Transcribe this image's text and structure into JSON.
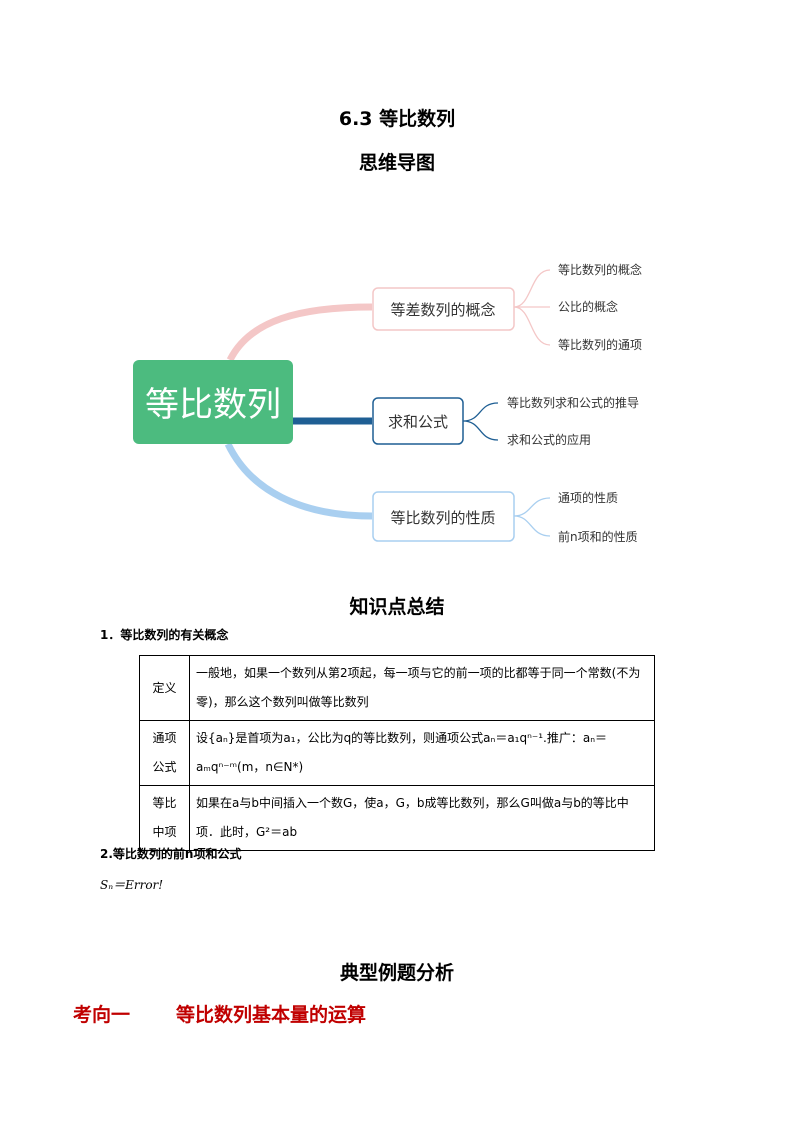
{
  "titles": {
    "main": "6.3  等比数列",
    "mindmap": "思维导图",
    "summary": "知识点总结",
    "examples": "典型例题分析"
  },
  "mindmap": {
    "root": "等比数列",
    "branches": [
      {
        "label": "等差数列的概念",
        "color": "#f4c7c7",
        "leaves": [
          "等比数列的概念",
          "公比的概念",
          "等比数列的通项"
        ]
      },
      {
        "label": "求和公式",
        "color": "#1f5f94",
        "leaves": [
          "等比数列求和公式的推导",
          "求和公式的应用"
        ]
      },
      {
        "label": "等比数列的性质",
        "color": "#a9cff0",
        "leaves": [
          "通项的性质",
          "前n项和的性质"
        ]
      }
    ],
    "root_color": "#4cbb7f"
  },
  "section1": {
    "heading": "1．等比数列的有关概念",
    "rows": [
      {
        "label": "定义",
        "content": "一般地，如果一个数列从第2项起，每一项与它的前一项的比都等于同一个常数(不为零)，那么这个数列叫做等比数列"
      },
      {
        "label": "通项\n公式",
        "content": "设{aₙ}是首项为a₁，公比为q的等比数列，则通项公式aₙ＝a₁qⁿ⁻¹.推广：aₙ＝aₘqⁿ⁻ᵐ(m，n∈N*)"
      },
      {
        "label": "等比\n中项",
        "content": "如果在a与b中间插入一个数G，使a，G，b成等比数列，那么G叫做a与b的等比中项．此时，G²＝ab"
      }
    ]
  },
  "section2": {
    "heading": "2.等比数列的前n项和公式",
    "formula": "Sₙ＝Error!"
  },
  "kaoxiang": {
    "label": "考向一",
    "title": "等比数列基本量的运算"
  }
}
